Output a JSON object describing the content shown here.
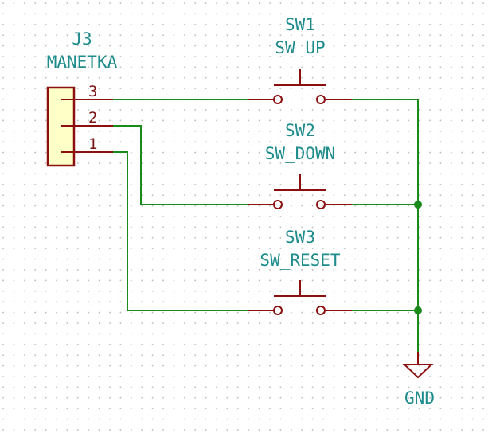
{
  "connector": {
    "ref": "J3",
    "value": "MANETKA",
    "pins": [
      "3",
      "2",
      "1"
    ]
  },
  "switches": [
    {
      "ref": "SW1",
      "value": "SW_UP"
    },
    {
      "ref": "SW2",
      "value": "SW_DOWN"
    },
    {
      "ref": "SW3",
      "value": "SW_RESET"
    }
  ],
  "power": {
    "label": "GND"
  },
  "colors": {
    "wire": "#1a8a1a",
    "component": "#8c1010",
    "body_fill": "#ffffc8",
    "label": "#1e8c8c",
    "grid_dot": "#b4b4b4"
  }
}
